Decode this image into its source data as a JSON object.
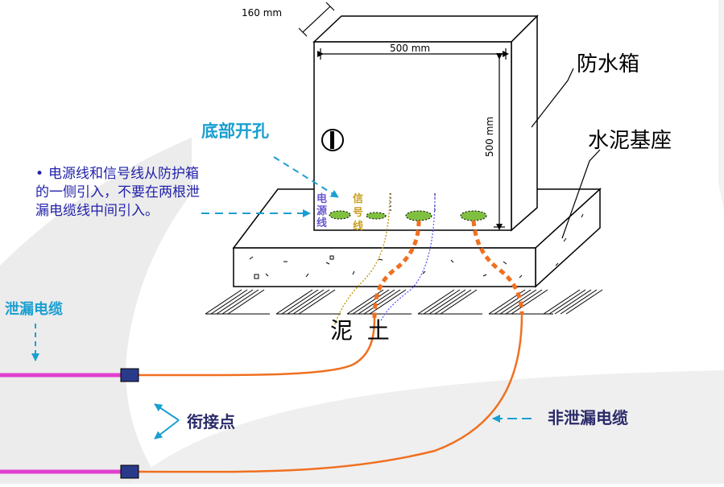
{
  "labels": {
    "depth_dim": "160 mm",
    "width_dim": "500 mm",
    "height_dim": "500 mm",
    "box": "防水箱",
    "base": "水泥基座",
    "bottom_hole": "底部开孔",
    "power_line": [
      "电",
      "源",
      "线"
    ],
    "signal_line": [
      "信",
      "号",
      "线"
    ],
    "soil": "泥  土",
    "leaky_cable": "泄漏电缆",
    "joint": "衔接点",
    "non_leaky_cable": "非泄漏电缆",
    "note": "电源线和信号线从防护箱的一侧引入，不要在两根泄漏电缆线中间引入。"
  },
  "colors": {
    "leaky": "#e040d0",
    "non_leaky": "#f07020",
    "accent_label": "#1a9fd0",
    "power": "#6a5acd",
    "signal": "#c8a020",
    "hole": "#80c040",
    "connector": "#2a3a8a"
  }
}
